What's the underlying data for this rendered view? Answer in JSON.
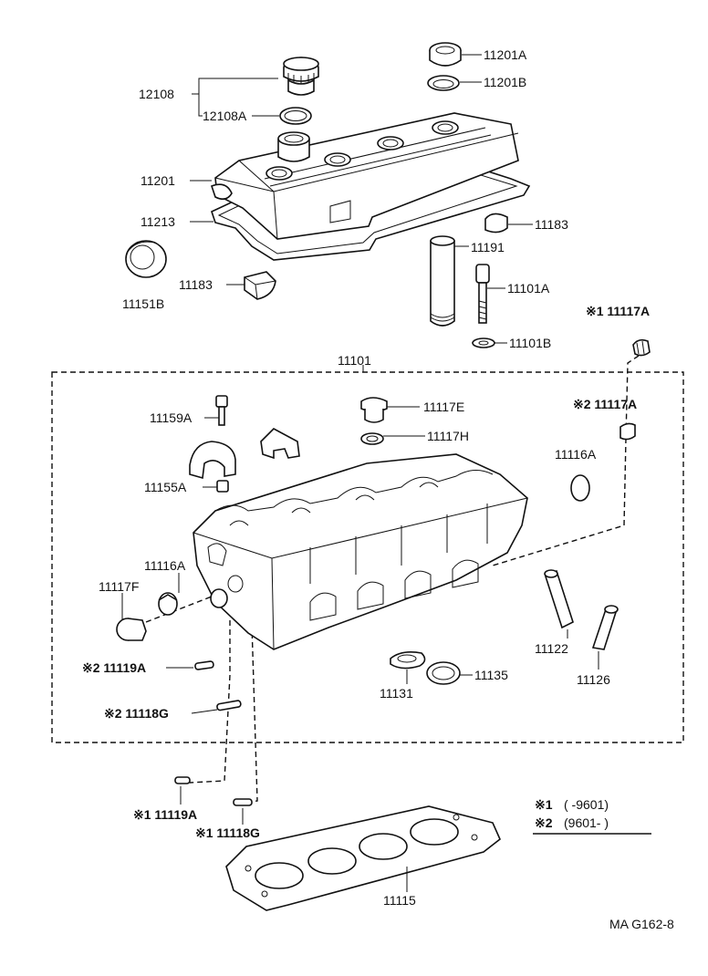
{
  "diagram_code": "MA G162-8",
  "assembly_label": "11101",
  "legend": {
    "row1": {
      "mark": "※1",
      "range": "( -9601)"
    },
    "row2": {
      "mark": "※2",
      "range": "(9601- )"
    }
  },
  "parts": {
    "p11201A": "11201A",
    "p11201B": "11201B",
    "p12108": "12108",
    "p12108A": "12108A",
    "p11201": "11201",
    "p11213": "11213",
    "p11183_right": "11183",
    "p11191": "11191",
    "p11151B": "11151B",
    "p11183_left": "11183",
    "p11101A": "11101A",
    "p11101B": "11101B",
    "p11117A_1": "※1 11117A",
    "p11159A": "11159A",
    "p11117E": "11117E",
    "p11117A_2": "※2 11117A",
    "p11117H": "11117H",
    "p11116A_right": "11116A",
    "p11155A": "11155A",
    "p11116A_left": "11116A",
    "p11117F": "11117F",
    "p11122": "11122",
    "p11126": "11126",
    "p11119A_2": "※2 11119A",
    "p11131": "11131",
    "p11135": "11135",
    "p11118G_2": "※2 11118G",
    "p11119A_1": "※1 11119A",
    "p11118G_1": "※1 11118G",
    "p11115": "11115"
  }
}
